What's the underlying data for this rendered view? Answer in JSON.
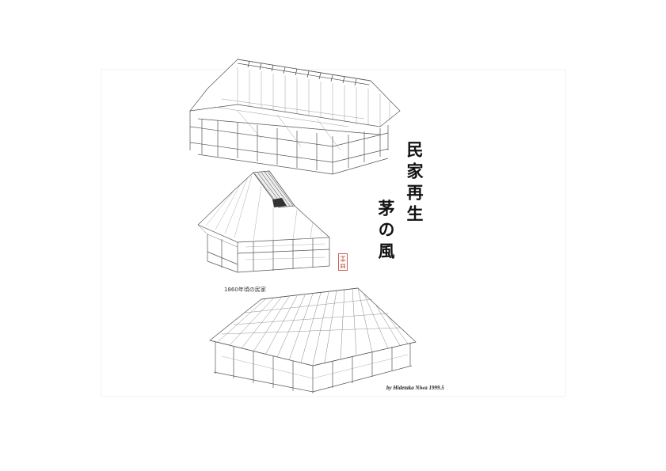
{
  "title": {
    "line1": "民家再生",
    "line2": "茅の風"
  },
  "caption": "1860年頃の民家",
  "credit": "by Hidetaka Niwa 1999.5",
  "colors": {
    "line": "#555555",
    "seal": "#c0392b",
    "text": "#111111"
  },
  "icons": [
    "red-seal-stamp"
  ]
}
